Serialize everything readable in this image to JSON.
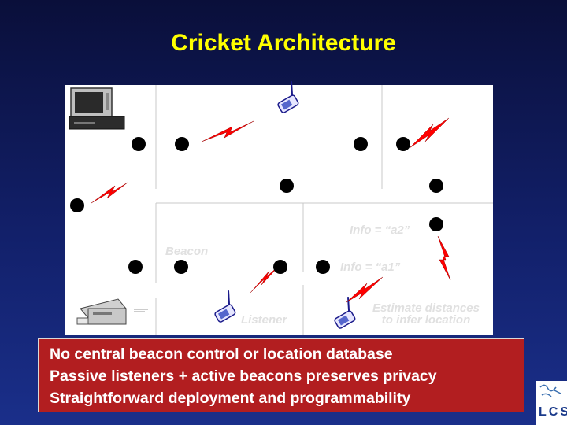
{
  "slide": {
    "title": "Cricket Architecture",
    "labels": {
      "beacon": "Beacon",
      "listener": "Listener",
      "info_a2": "Info = “a2”",
      "info_a1": "Info = “a1”",
      "estimate_line1": "Estimate distances",
      "estimate_line2": "to infer location"
    },
    "bullets": [
      "No central beacon control or location database",
      "Passive listeners + active beacons preserves privacy",
      "Straightforward deployment and programmability"
    ],
    "logo_text": "LCS"
  },
  "colors": {
    "title": "#ffff00",
    "signal": "#ff0000",
    "textbox": "#b21e20",
    "beacon_dot": "#000000"
  },
  "icons": [
    "tv-vcr-icon",
    "printer-icon",
    "handheld-device-icon",
    "lightning-signal-icon",
    "beacon-dot-icon"
  ]
}
